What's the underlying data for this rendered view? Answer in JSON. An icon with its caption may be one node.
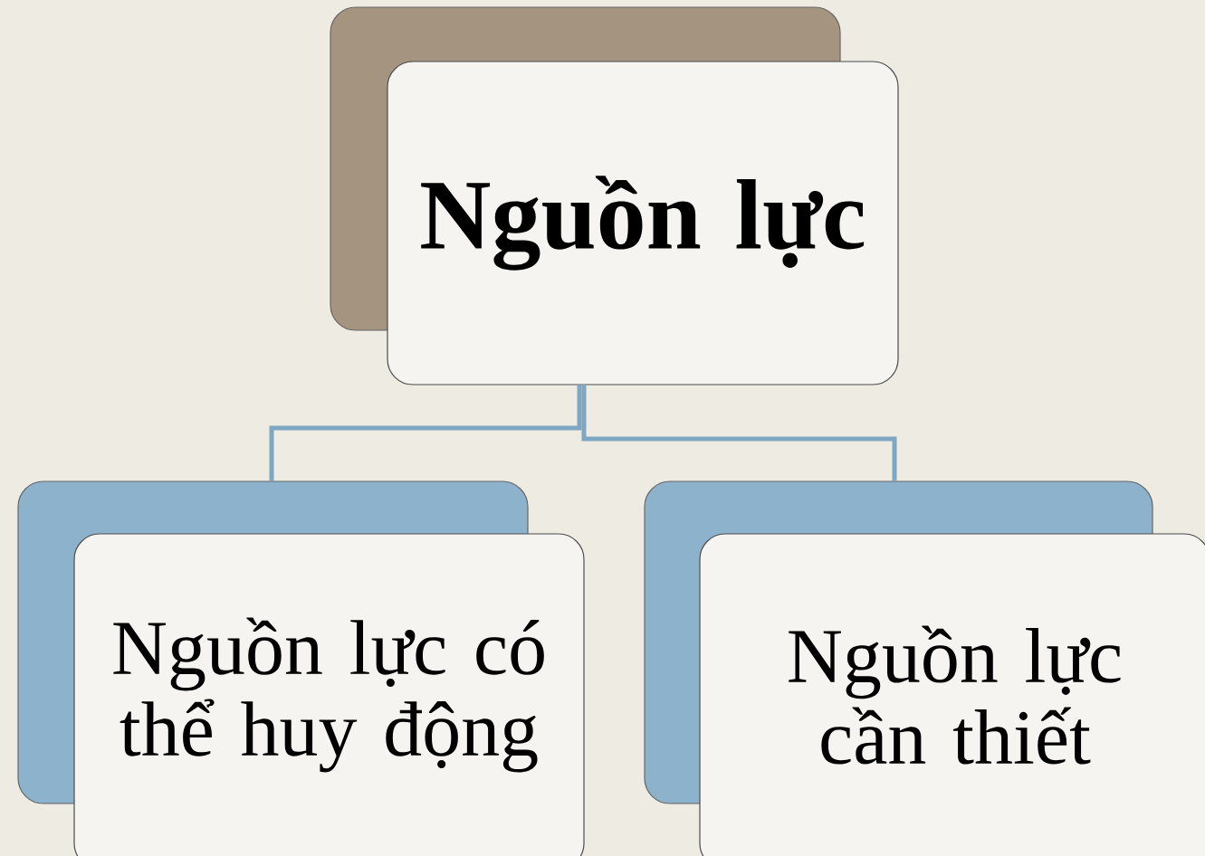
{
  "diagram": {
    "nodes": [
      {
        "text": [
          "Nguồn lực"
        ]
      },
      {
        "text": [
          "Nguồn lực có thể huy động"
        ]
      },
      {
        "text": [
          "Nguồn lực cần thiết"
        ]
      }
    ],
    "edges": [
      {
        "from": 0,
        "to": 1,
        "arrow": "none"
      },
      {
        "from": 0,
        "to": 2,
        "arrow": "none"
      }
    ]
  }
}
